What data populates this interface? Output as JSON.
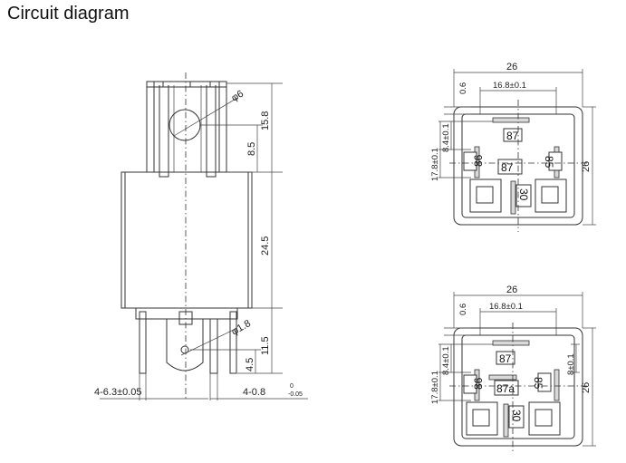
{
  "title": "Circuit diagram",
  "side_view": {
    "dims": {
      "hole": "φ6",
      "top_height": "15.8",
      "hole_height": "8.5",
      "body_height": "24.5",
      "pin_hole": "φ1.8",
      "pin_length": "11.5",
      "pin_hole_offset": "4.5",
      "pin_width_main": "4-6.3±0.05",
      "pin_width_small": "4-0.8",
      "pin_tol_upper": "0",
      "pin_tol_lower": "-0.05"
    }
  },
  "top_view_a": {
    "width": "26",
    "inner_width": "16.8±0.1",
    "offset_top": "0.6",
    "pin_pitch_v": "17.8±0.1",
    "pin_gap": "8.4±0.1",
    "height": "26",
    "terminals": [
      "87",
      "86",
      "87",
      "85",
      "30"
    ]
  },
  "top_view_b": {
    "width": "26",
    "inner_width": "16.8±0.1",
    "offset_top": "0.6",
    "pin_pitch_v": "17.8±0.1",
    "pin_gap": "8.4±0.1",
    "pin_gap_right": "8±0.1",
    "height": "26",
    "terminals": [
      "87",
      "86",
      "87a",
      "85",
      "30"
    ]
  }
}
